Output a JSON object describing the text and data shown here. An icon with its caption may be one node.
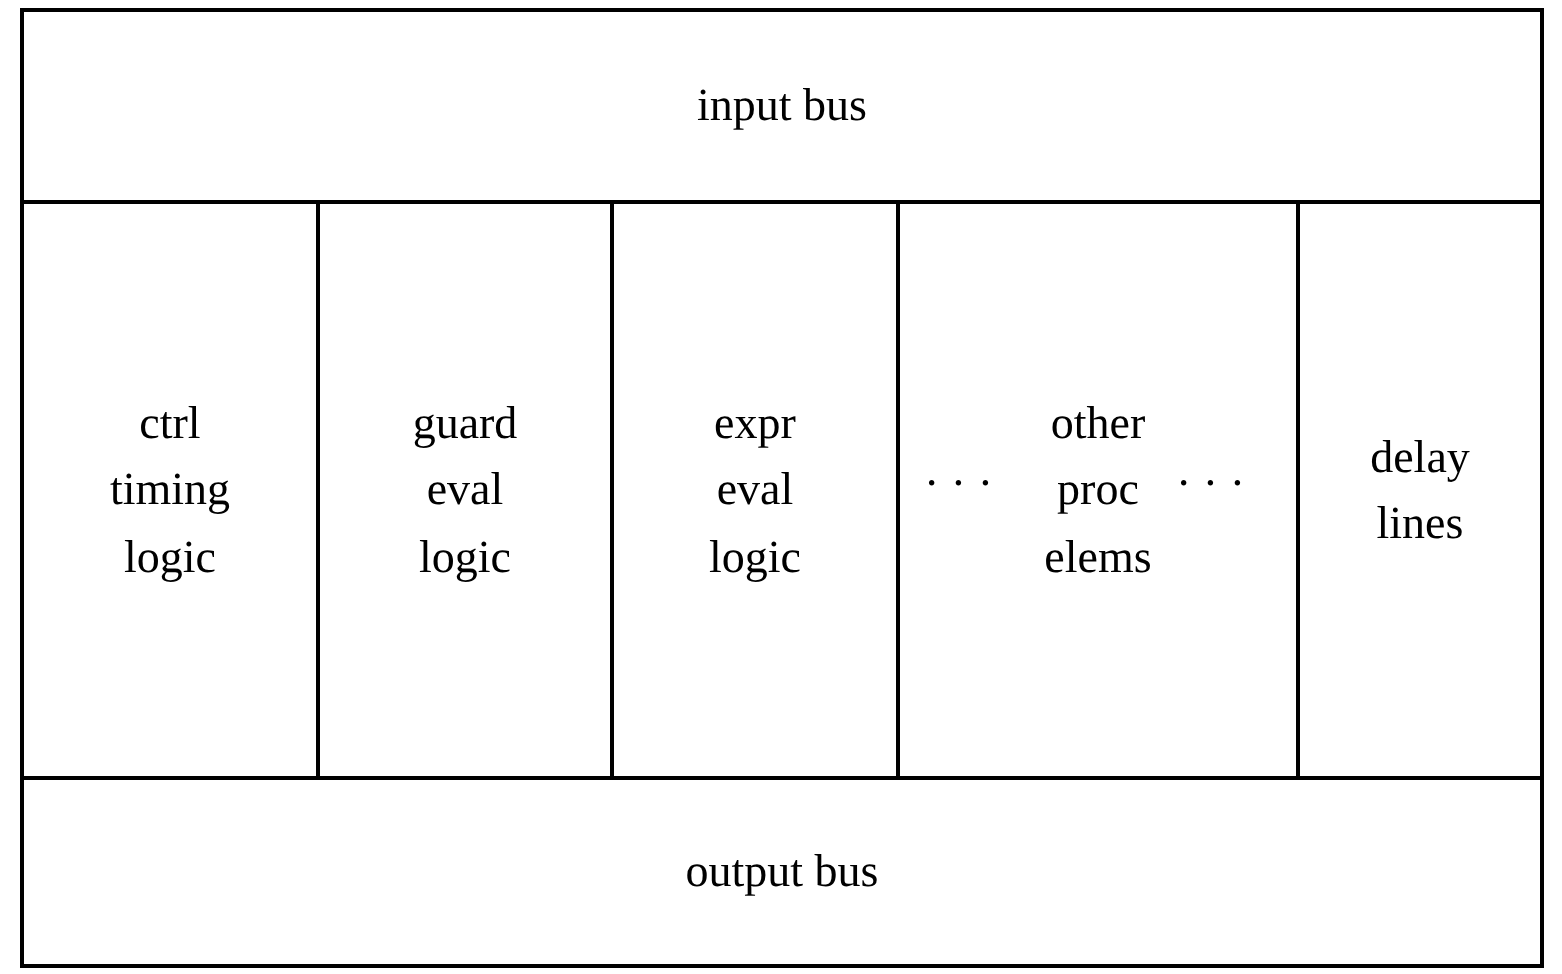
{
  "diagram": {
    "nodes": [
      {
        "text": [
          "input bus"
        ]
      },
      {
        "text": [
          "ctrl timing logic"
        ]
      },
      {
        "text": [
          "guard eval logic"
        ]
      },
      {
        "text": [
          "expr eval logic"
        ]
      },
      {
        "text": [
          "other proc elems"
        ]
      },
      {
        "text": [
          "delay lines"
        ]
      },
      {
        "text": [
          "output bus"
        ]
      }
    ],
    "edges": [],
    "labels": [
      "· · ·",
      "· · ·"
    ]
  }
}
